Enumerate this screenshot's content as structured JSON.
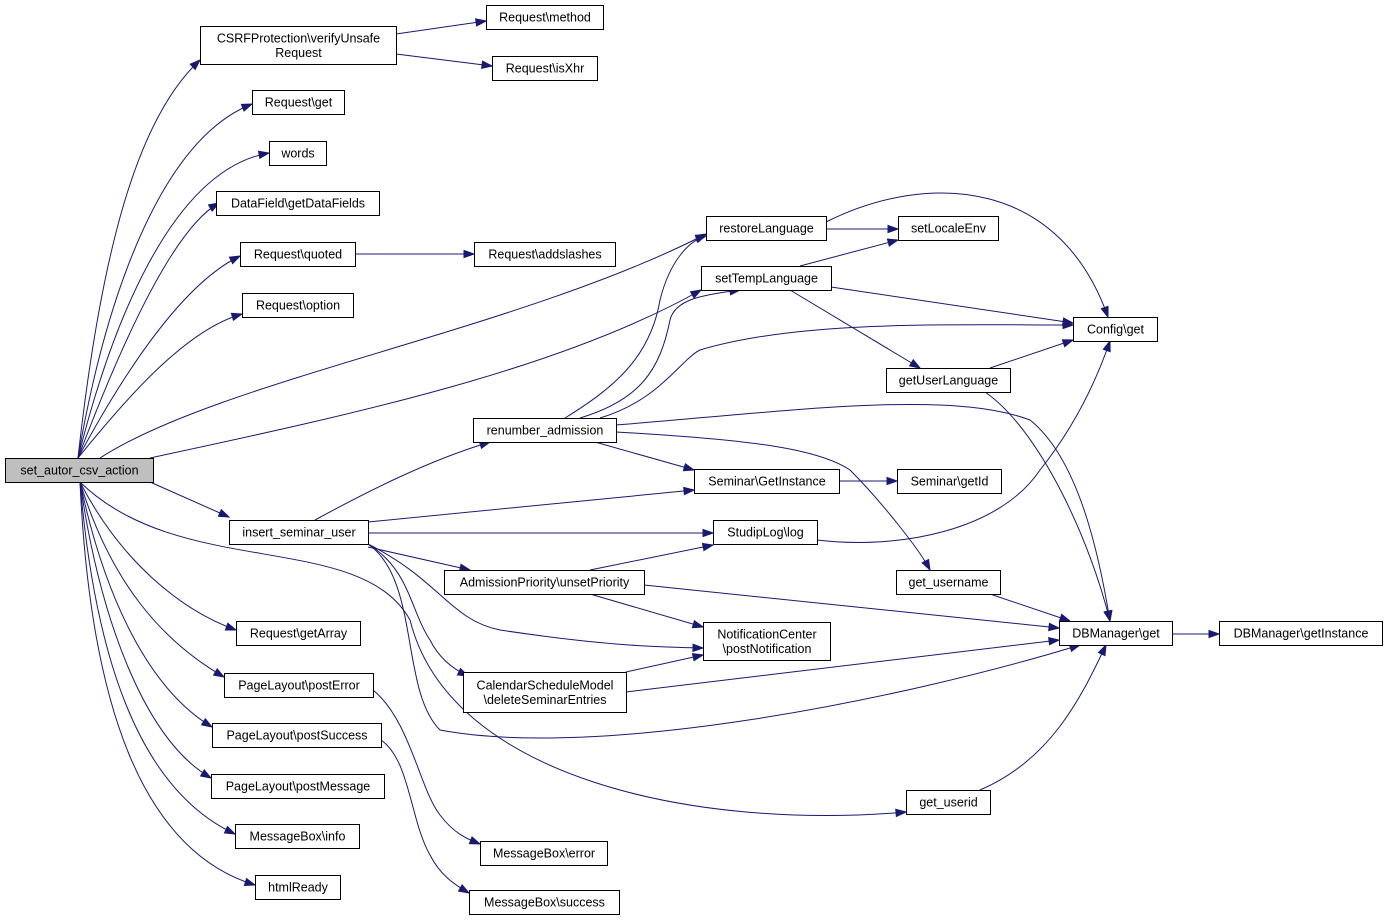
{
  "diagram": {
    "nodes": {
      "root": [
        "set_autor_csv_action"
      ],
      "csrf": [
        "CSRFProtection\\verifyUnsafe",
        "Request"
      ],
      "req_method": [
        "Request\\method"
      ],
      "req_isxhr": [
        "Request\\isXhr"
      ],
      "req_get": [
        "Request\\get"
      ],
      "words": [
        "words"
      ],
      "datafield": [
        "DataField\\getDataFields"
      ],
      "req_quoted": [
        "Request\\quoted"
      ],
      "req_addslashes": [
        "Request\\addslashes"
      ],
      "req_option": [
        "Request\\option"
      ],
      "restore_lang": [
        "restoreLanguage"
      ],
      "set_locale": [
        "setLocaleEnv"
      ],
      "set_temp_lang": [
        "setTempLanguage"
      ],
      "config_get": [
        "Config\\get"
      ],
      "get_user_lang": [
        "getUserLanguage"
      ],
      "renumber": [
        "renumber_admission"
      ],
      "seminar_getinstance": [
        "Seminar\\GetInstance"
      ],
      "seminar_getid": [
        "Seminar\\getId"
      ],
      "insert_seminar_user": [
        "insert_seminar_user"
      ],
      "studiplog": [
        "StudipLog\\log"
      ],
      "admission_priority": [
        "AdmissionPriority\\unsetPriority"
      ],
      "get_username": [
        "get_username"
      ],
      "notification_center": [
        "NotificationCenter",
        "\\postNotification"
      ],
      "dbmanager_get": [
        "DBManager\\get"
      ],
      "dbmanager_getinstance": [
        "DBManager\\getInstance"
      ],
      "req_getarray": [
        "Request\\getArray"
      ],
      "calendar_model": [
        "CalendarScheduleModel",
        "\\deleteSeminarEntries"
      ],
      "pl_error": [
        "PageLayout\\postError"
      ],
      "pl_success": [
        "PageLayout\\postSuccess"
      ],
      "pl_message": [
        "PageLayout\\postMessage"
      ],
      "get_userid": [
        "get_userid"
      ],
      "mb_info": [
        "MessageBox\\info"
      ],
      "mb_error": [
        "MessageBox\\error"
      ],
      "html_ready": [
        "htmlReady"
      ],
      "mb_success": [
        "MessageBox\\success"
      ]
    },
    "edges": [
      [
        "root",
        "csrf"
      ],
      [
        "root",
        "req_get"
      ],
      [
        "root",
        "words"
      ],
      [
        "root",
        "datafield"
      ],
      [
        "root",
        "req_quoted"
      ],
      [
        "root",
        "req_option"
      ],
      [
        "root",
        "restore_lang"
      ],
      [
        "root",
        "set_temp_lang"
      ],
      [
        "root",
        "insert_seminar_user"
      ],
      [
        "root",
        "req_getarray"
      ],
      [
        "root",
        "pl_error"
      ],
      [
        "root",
        "pl_success"
      ],
      [
        "root",
        "pl_message"
      ],
      [
        "root",
        "get_userid"
      ],
      [
        "root",
        "mb_info"
      ],
      [
        "root",
        "html_ready"
      ],
      [
        "csrf",
        "req_method"
      ],
      [
        "csrf",
        "req_isxhr"
      ],
      [
        "req_quoted",
        "req_addslashes"
      ],
      [
        "restore_lang",
        "set_locale"
      ],
      [
        "restore_lang",
        "config_get"
      ],
      [
        "set_temp_lang",
        "set_locale"
      ],
      [
        "set_temp_lang",
        "config_get"
      ],
      [
        "set_temp_lang",
        "get_user_lang"
      ],
      [
        "get_user_lang",
        "config_get"
      ],
      [
        "get_user_lang",
        "dbmanager_get"
      ],
      [
        "renumber",
        "restore_lang"
      ],
      [
        "renumber",
        "set_temp_lang"
      ],
      [
        "renumber",
        "config_get"
      ],
      [
        "renumber",
        "seminar_getinstance"
      ],
      [
        "renumber",
        "get_username"
      ],
      [
        "renumber",
        "dbmanager_get"
      ],
      [
        "seminar_getinstance",
        "seminar_getid"
      ],
      [
        "insert_seminar_user",
        "renumber"
      ],
      [
        "insert_seminar_user",
        "seminar_getinstance"
      ],
      [
        "insert_seminar_user",
        "studiplog"
      ],
      [
        "insert_seminar_user",
        "admission_priority"
      ],
      [
        "insert_seminar_user",
        "notification_center"
      ],
      [
        "insert_seminar_user",
        "calendar_model"
      ],
      [
        "insert_seminar_user",
        "dbmanager_get"
      ],
      [
        "studiplog",
        "config_get"
      ],
      [
        "admission_priority",
        "studiplog"
      ],
      [
        "admission_priority",
        "notification_center"
      ],
      [
        "admission_priority",
        "dbmanager_get"
      ],
      [
        "get_username",
        "dbmanager_get"
      ],
      [
        "calendar_model",
        "notification_center"
      ],
      [
        "calendar_model",
        "dbmanager_get"
      ],
      [
        "dbmanager_get",
        "dbmanager_getinstance"
      ],
      [
        "get_userid",
        "dbmanager_get"
      ],
      [
        "pl_error",
        "mb_error"
      ],
      [
        "pl_success",
        "mb_success"
      ]
    ]
  }
}
